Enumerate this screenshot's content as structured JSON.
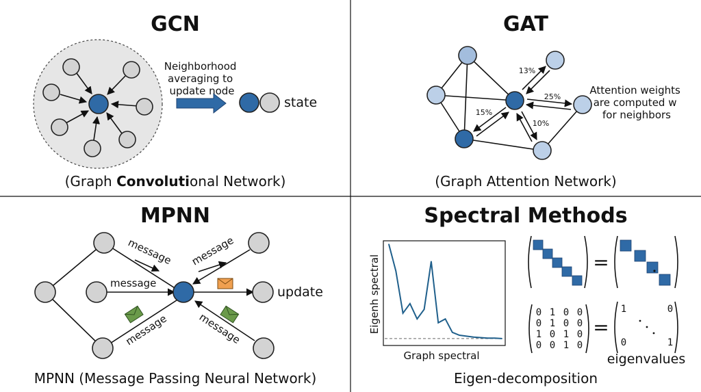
{
  "panels": {
    "gcn": {
      "title": "GCN",
      "subtitle_pre": "(Graph ",
      "subtitle_bold": "Convoluti",
      "subtitle_post": "onal Network)",
      "annotation": [
        "Neighborhood",
        "averaging to",
        "update node"
      ],
      "state_label": "state"
    },
    "gat": {
      "title": "GAT",
      "subtitle": "(Graph Attention Network)",
      "annotation": [
        "Attention weights",
        "are computed w",
        "for neighbors"
      ],
      "weights": [
        "13%",
        "25%",
        "15%",
        "10%"
      ]
    },
    "mpnn": {
      "title": "MPNN",
      "subtitle": "MPNN (Message Passing Neural Network)",
      "message_label": "message",
      "update_label": "update"
    },
    "spectral": {
      "title": "Spectral Methods",
      "subtitle": "Eigen-decomposition",
      "ylabel": "Eigenh spectral",
      "xlabel": "Graph spectral",
      "eigen_label": "eigenvalues",
      "adjacency": [
        [
          "0",
          "1",
          "0",
          "0"
        ],
        [
          "0",
          "1",
          "0",
          "0"
        ],
        [
          "1",
          "0",
          "1",
          "0"
        ],
        [
          "0",
          "0",
          "1",
          "0"
        ]
      ],
      "diag_entries": {
        "top_left": "1",
        "top_right": "0",
        "bottom_left": "0",
        "bottom_right": "1"
      },
      "equals": "="
    }
  },
  "colors": {
    "node_gray": "#d3d3d3",
    "node_blue": "#2f6aa6",
    "node_light": "#bcd0e8",
    "halo": "#e6e6e6",
    "matrix_blue": "#2f6aa6",
    "curve": "#1f5f8b",
    "envelope_orange": "#f0a050",
    "envelope_green": "#6a9a4a"
  },
  "chart_data": {
    "type": "line",
    "xlabel": "Graph spectral",
    "ylabel": "Eigenh spectral",
    "grid": false,
    "series": [
      {
        "values": [
          1.0,
          0.72,
          0.28,
          0.38,
          0.22,
          0.32,
          0.82,
          0.18,
          0.22,
          0.08,
          0.05,
          0.04,
          0.03,
          0.025,
          0.02,
          0.02,
          0.015
        ]
      }
    ],
    "reference_line": 0.015
  }
}
